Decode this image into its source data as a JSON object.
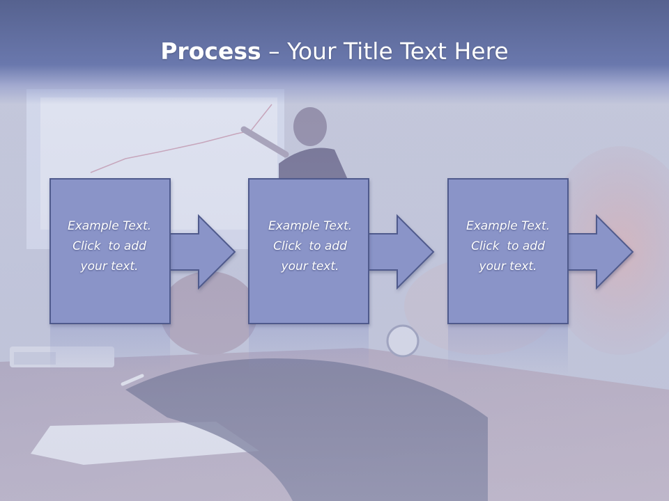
{
  "slide": {
    "title_bold": "Process",
    "title_rest": " – Your Title Text Here"
  },
  "steps": [
    {
      "line1": "Example Text.",
      "line2": "Click  to add",
      "line3": "your text."
    },
    {
      "line1": "Example Text.",
      "line2": "Click  to add",
      "line3": "your text."
    },
    {
      "line1": "Example Text.",
      "line2": "Click  to add",
      "line3": "your text."
    }
  ],
  "colors": {
    "title_band": "#6a78ad",
    "box_fill": "#8a94c8",
    "box_stroke": "#4f5a8c",
    "text": "#ffffff"
  },
  "icons": [
    "projector-icon",
    "document-icon",
    "pen-icon",
    "wristwatch-icon"
  ]
}
